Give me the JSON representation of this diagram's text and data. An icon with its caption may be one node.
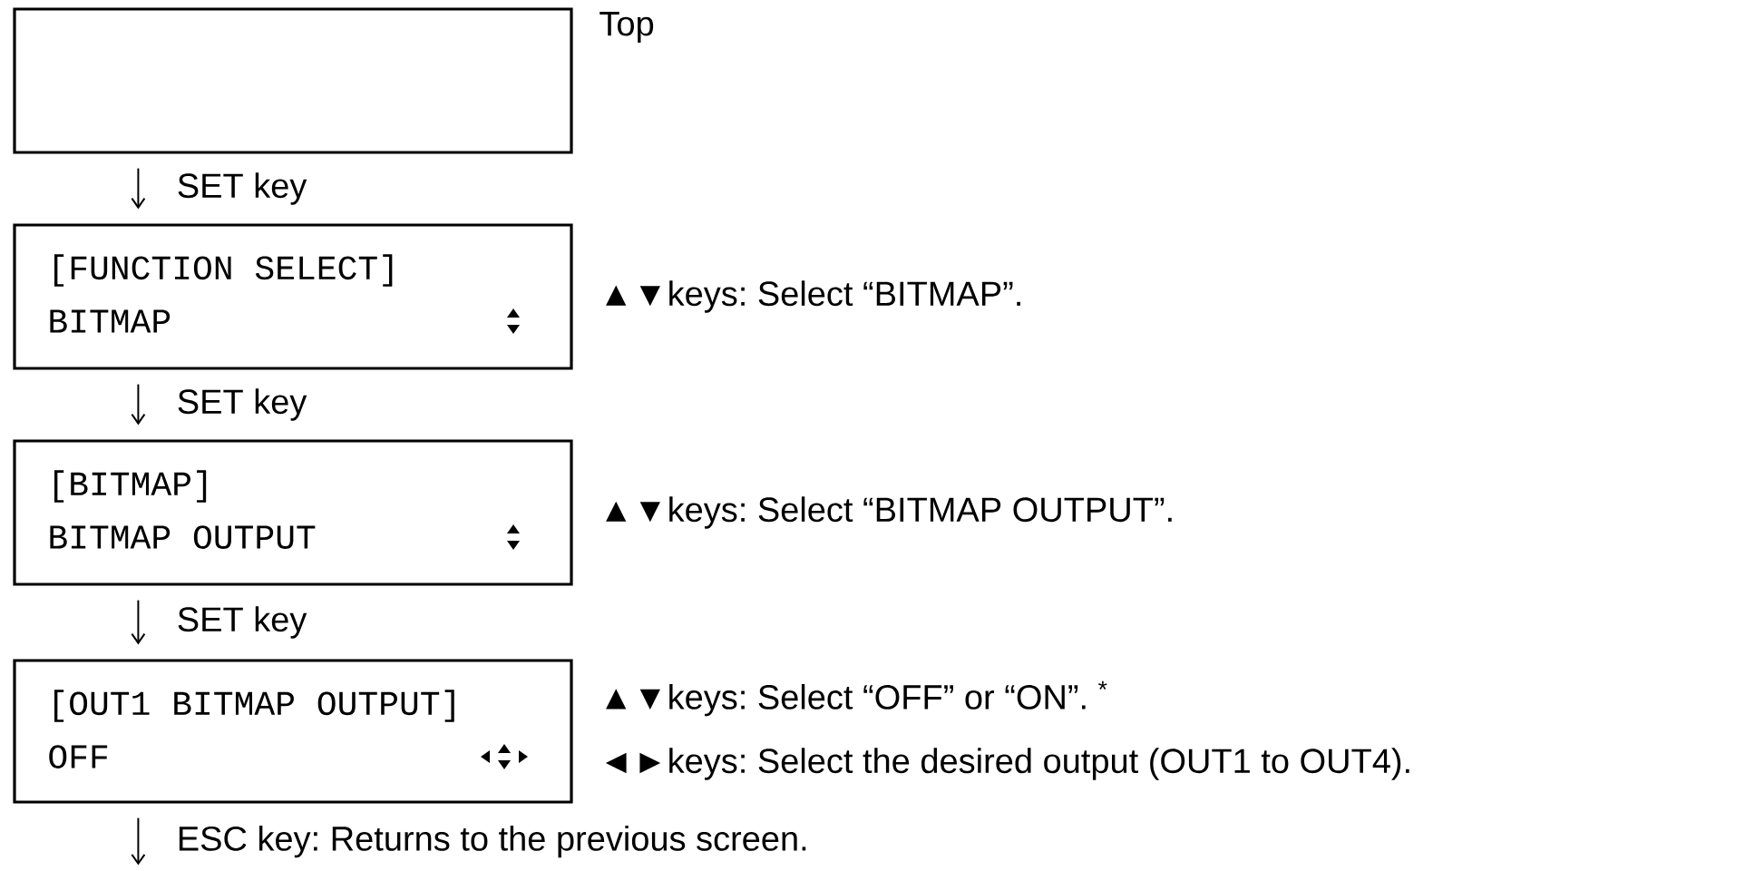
{
  "diagram": {
    "nodes": [
      {
        "text": [],
        "shape": "box",
        "beside": [
          "Top"
        ]
      },
      {
        "text": [
          "[FUNCTION SELECT]",
          "BITMAP"
        ],
        "beside": [
          "▲▼keys: Select “BITMAP”."
        ]
      },
      {
        "text": [
          "[BITMAP]",
          "BITMAP OUTPUT"
        ],
        "beside": [
          "▲▼keys: Select “BITMAP OUTPUT”."
        ]
      },
      {
        "text": [
          "[OUT1 BITMAP OUTPUT]",
          "OFF"
        ],
        "beside": [
          "▲▼keys: Select “OFF” or “ON”. $^{*}$",
          "◄►keys: Select the desired output (OUT1 to OUT4)."
        ]
      }
    ],
    "edges": [
      {
        "from": 0,
        "to": 1,
        "arrow": "to",
        "label": "SET key"
      },
      {
        "from": 1,
        "to": 2,
        "arrow": "to",
        "label": "SET key"
      },
      {
        "from": 2,
        "to": 3,
        "arrow": "to",
        "label": "SET key"
      },
      {
        "from": 3,
        "to": null,
        "arrow": "to",
        "label": "ESC key: Returns to the previous screen."
      }
    ]
  }
}
